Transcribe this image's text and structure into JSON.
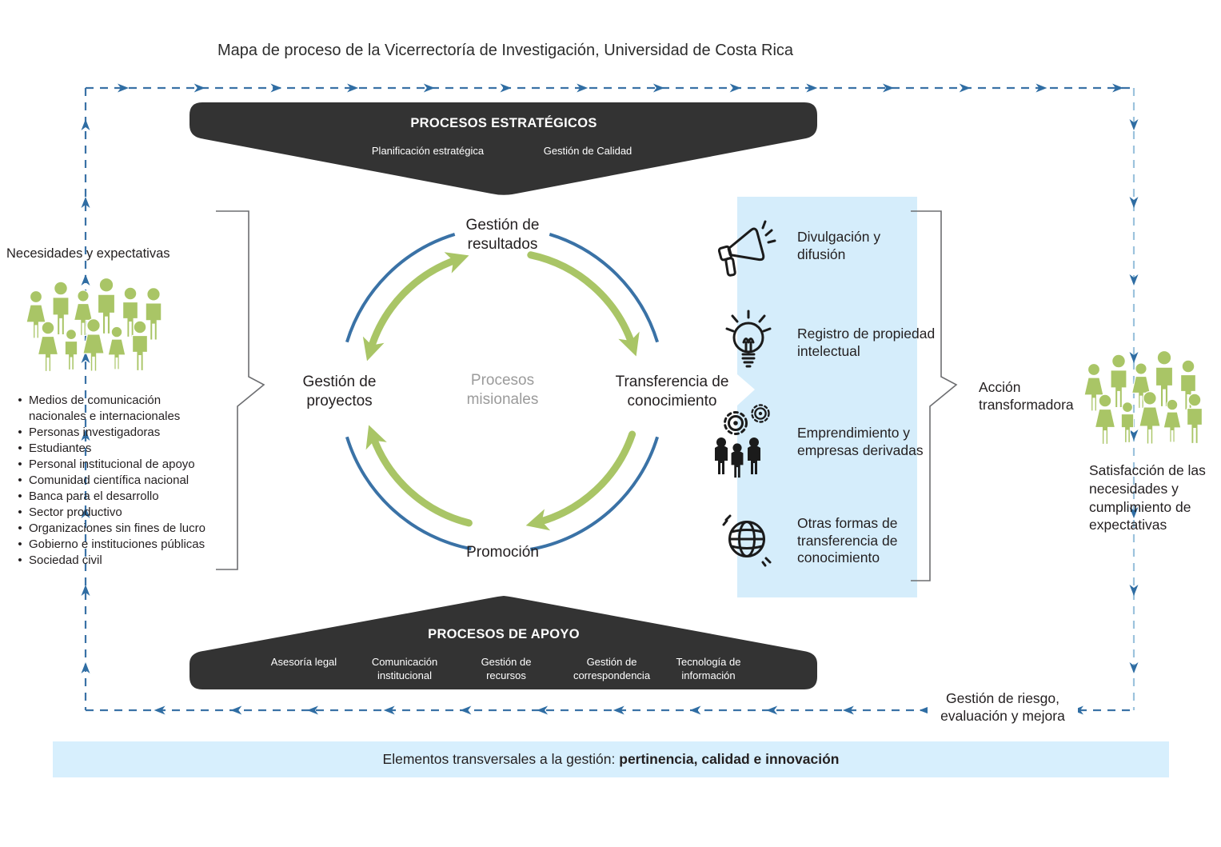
{
  "page": {
    "title": "Mapa de proceso de la Vicerrectoría de Investigación, Universidad de Costa Rica"
  },
  "strategic": {
    "title": "PROCESOS ESTRATÉGICOS",
    "item1": "Planificación estratégica",
    "item2": "Gestión de Calidad"
  },
  "needs": {
    "heading": "Necesidades y expectativas",
    "people_icon": "crowd-icon",
    "bullets": [
      "Medios de comunicación\nnacionales e internacionales",
      "Personas investigadoras",
      "Estudiantes",
      "Personal institucional de apoyo",
      "Comunidad científica nacional",
      "Banca para el desarrollo",
      "Sector productivo",
      "Organizaciones sin fines de lucro",
      "Gobierno e instituciones públicas",
      "Sociedad civil"
    ]
  },
  "cycle": {
    "center": "Procesos\nmisionales",
    "top": "Gestión de\nresultados",
    "left": "Gestión de\nproyectos",
    "right": "Transferencia de\nconocimiento",
    "bottom": "Promoción"
  },
  "transfer": {
    "items": [
      {
        "icon": "megaphone-icon",
        "label": "Divulgación y\ndifusión"
      },
      {
        "icon": "lightbulb-icon",
        "label": "Registro de propiedad\nintelectual"
      },
      {
        "icon": "gears-people-icon",
        "label": "Emprendimiento y\nempresas derivadas"
      },
      {
        "icon": "globe-icon",
        "label": "Otras formas de\ntransferencia de\nconocimiento"
      }
    ]
  },
  "outcomes": {
    "action": "Acción\ntransformadora",
    "people_icon": "crowd-icon",
    "satisfaction": "Satisfacción de las\nnecesidades y\ncumplimiento de\nexpectativas"
  },
  "support": {
    "title": "PROCESOS DE APOYO",
    "items": [
      "Asesoría legal",
      "Comunicación\ninstitucional",
      "Gestión de\nrecursos",
      "Gestión de\ncorrespondencia",
      "Tecnología de\ninformación"
    ]
  },
  "risk_label": "Gestión de riesgo,\nevaluación y mejora",
  "footer": {
    "prefix": "Elementos transversales a la gestión: ",
    "bold": "pertinencia, calidad e innovación"
  },
  "colors": {
    "accent_blue": "#3A72A6",
    "arrow_blue": "#2F6DA3",
    "light_dash_blue": "#9CC3DD",
    "green": "#A9C566",
    "dark_banner": "#333333",
    "panel_blue": "#D5EDFB",
    "footer_bar_blue": "#D7EFFD",
    "bracket_gray": "#6D6E71",
    "text": "#231F20",
    "muted": "#9B9B9B"
  }
}
